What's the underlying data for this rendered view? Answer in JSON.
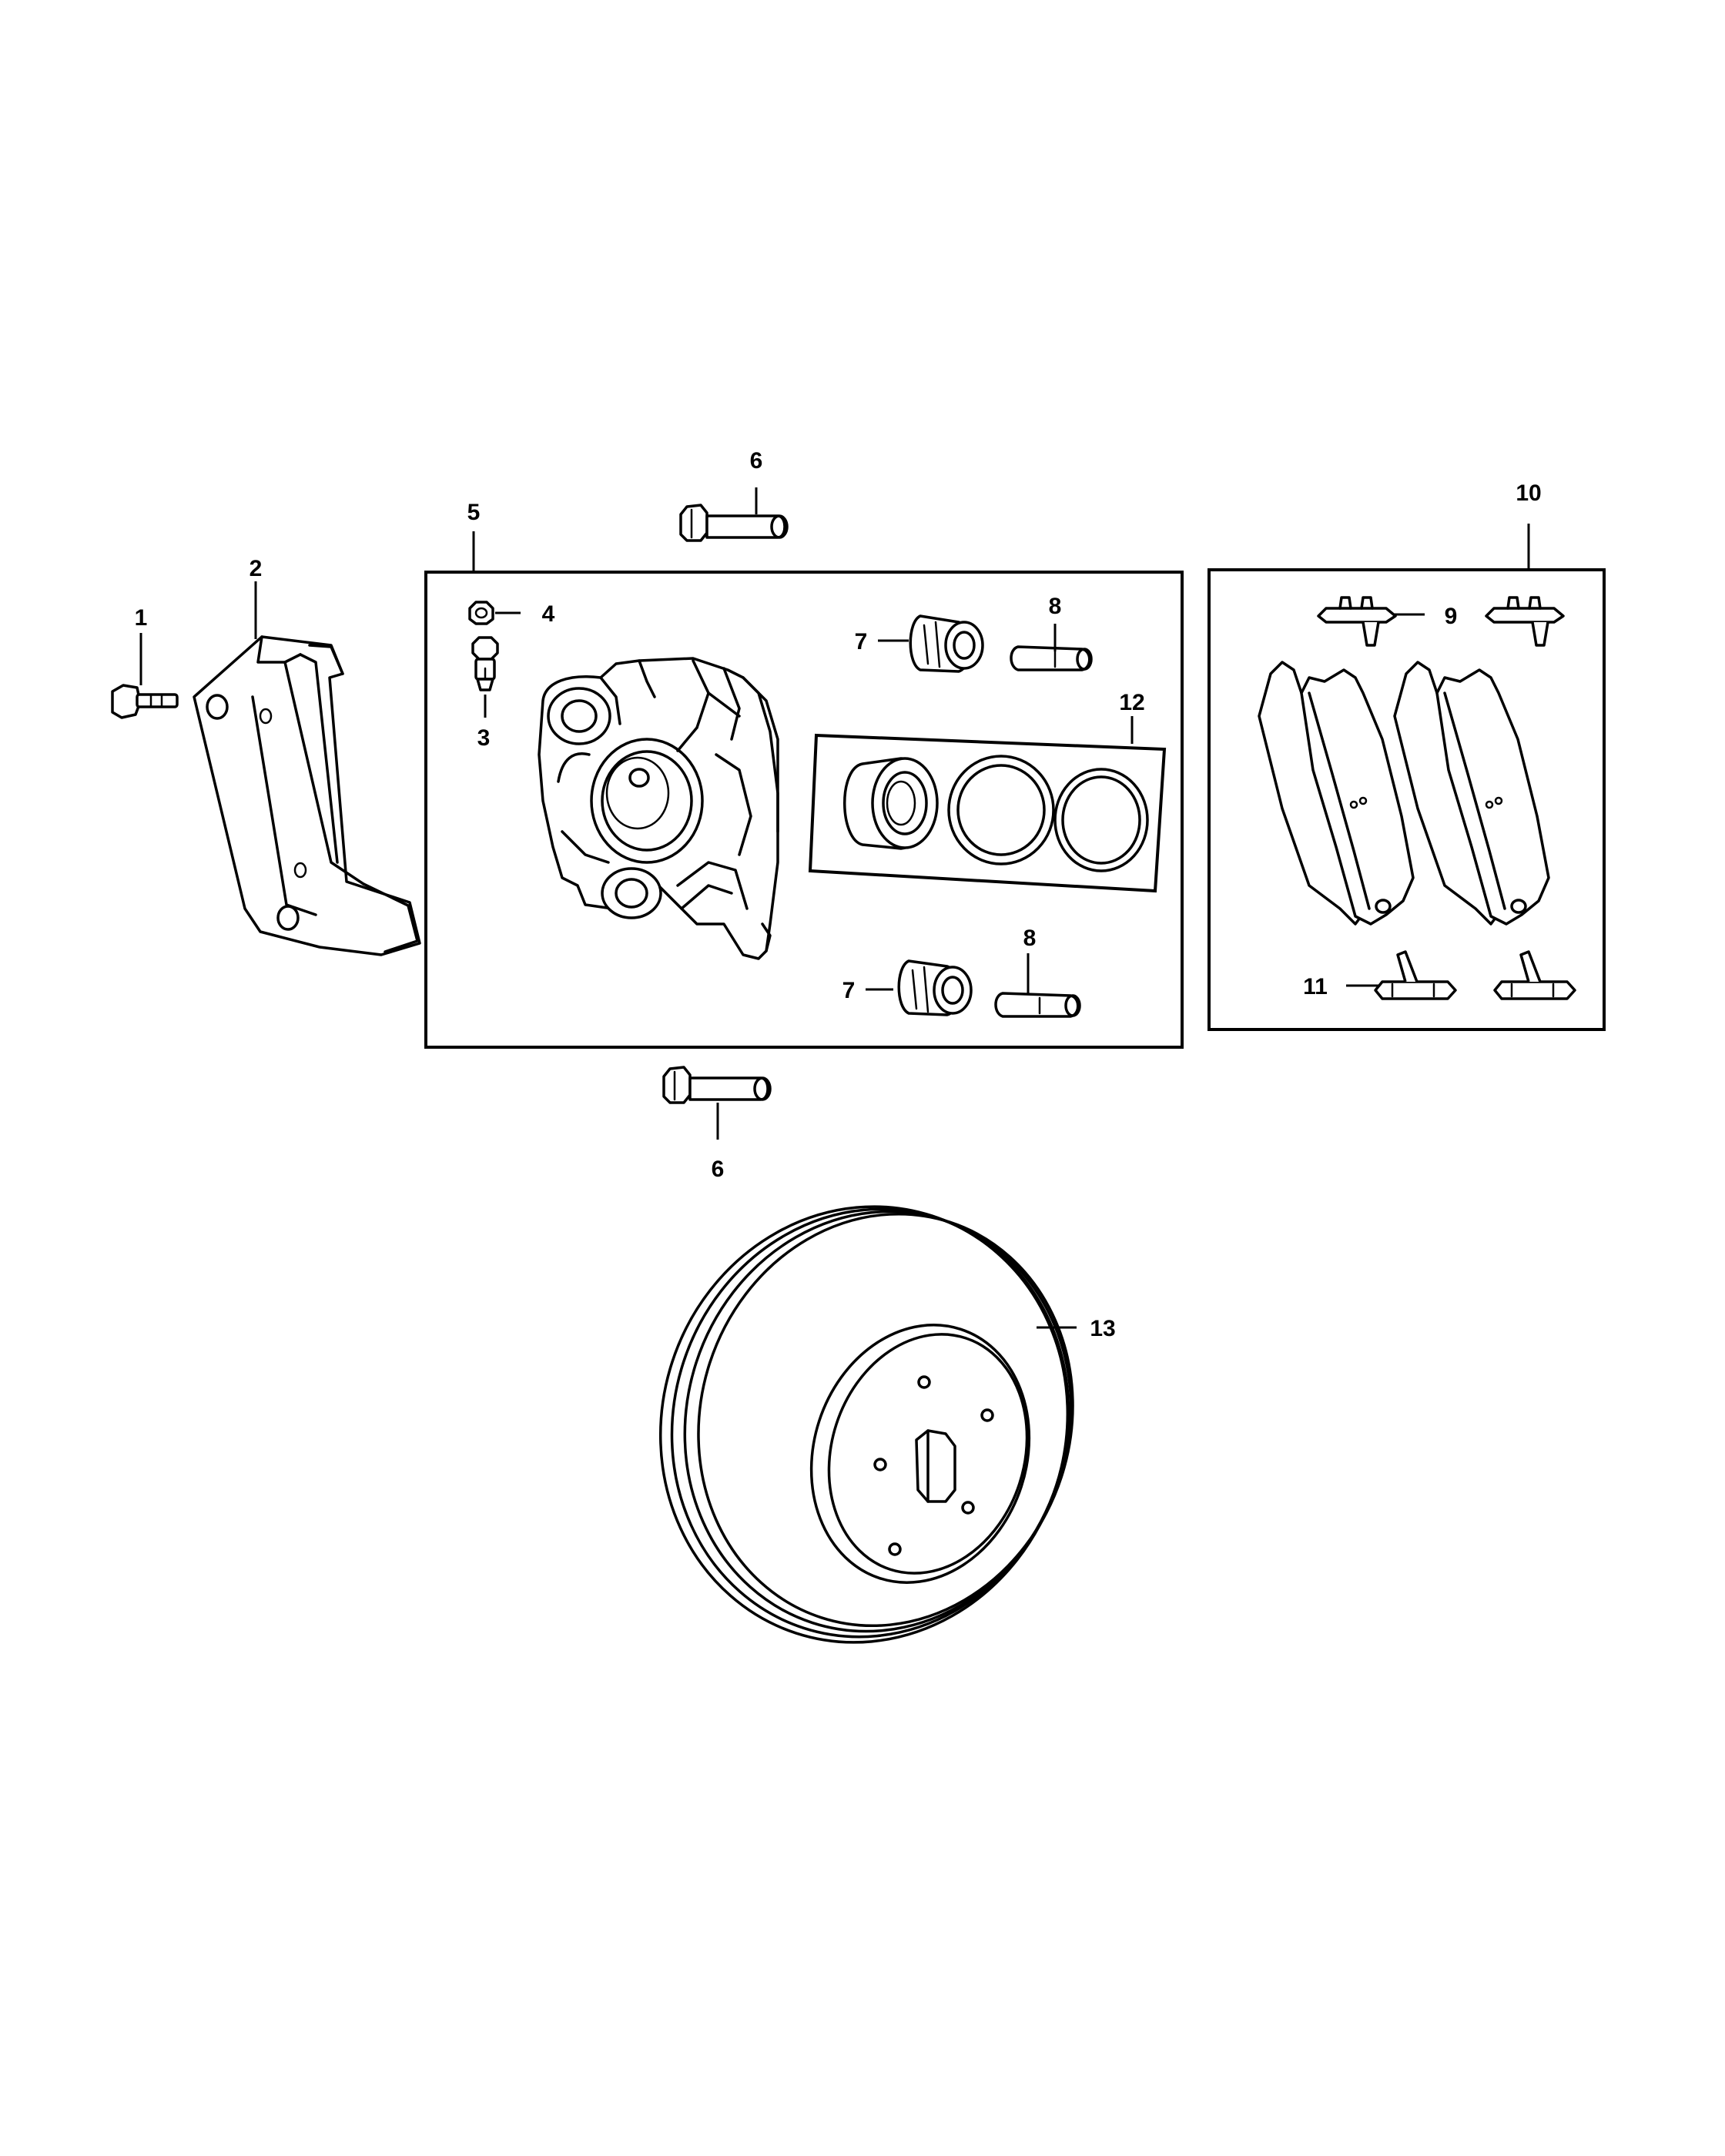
{
  "callouts": [
    {
      "id": "1",
      "label": "1"
    },
    {
      "id": "2",
      "label": "2"
    },
    {
      "id": "3",
      "label": "3"
    },
    {
      "id": "4",
      "label": "4"
    },
    {
      "id": "5",
      "label": "5"
    },
    {
      "id": "6a",
      "label": "6"
    },
    {
      "id": "6b",
      "label": "6"
    },
    {
      "id": "7a",
      "label": "7"
    },
    {
      "id": "7b",
      "label": "7"
    },
    {
      "id": "8a",
      "label": "8"
    },
    {
      "id": "8b",
      "label": "8"
    },
    {
      "id": "9",
      "label": "9"
    },
    {
      "id": "10",
      "label": "10"
    },
    {
      "id": "11",
      "label": "11"
    },
    {
      "id": "12",
      "label": "12"
    },
    {
      "id": "13",
      "label": "13"
    }
  ]
}
